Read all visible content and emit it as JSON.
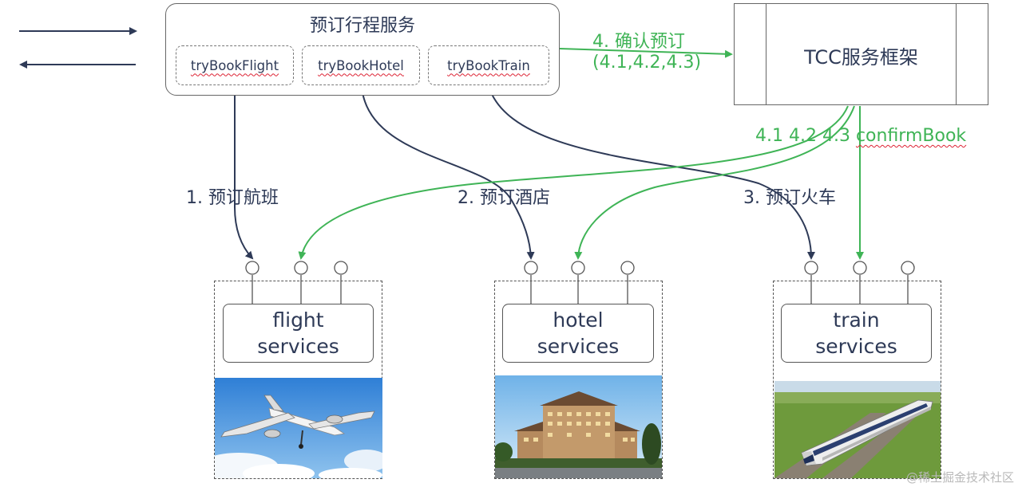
{
  "main_service": {
    "title": "预订行程服务",
    "try_functions": [
      "tryBookFlight",
      "tryBookHotel",
      "tryBookTrain"
    ]
  },
  "tcc": {
    "title": "TCC服务框架"
  },
  "confirm_step": {
    "label": "4. 确认预订",
    "sub": "(4.1,4.2,4.3)"
  },
  "confirm_book": {
    "numbers": "4.1 4.2 4.3",
    "word": "confirmBook"
  },
  "steps": [
    "1. 预订航班",
    "2. 预订酒店",
    "3. 预订火车"
  ],
  "services": [
    {
      "line1": "flight",
      "line2": "services"
    },
    {
      "line1": "hotel",
      "line2": "services"
    },
    {
      "line1": "train",
      "line2": "services"
    }
  ],
  "watermark": "@稀土掘金技术社区",
  "colors": {
    "navy": "#2e3a57",
    "green": "#3fb456",
    "border": "#666666"
  }
}
